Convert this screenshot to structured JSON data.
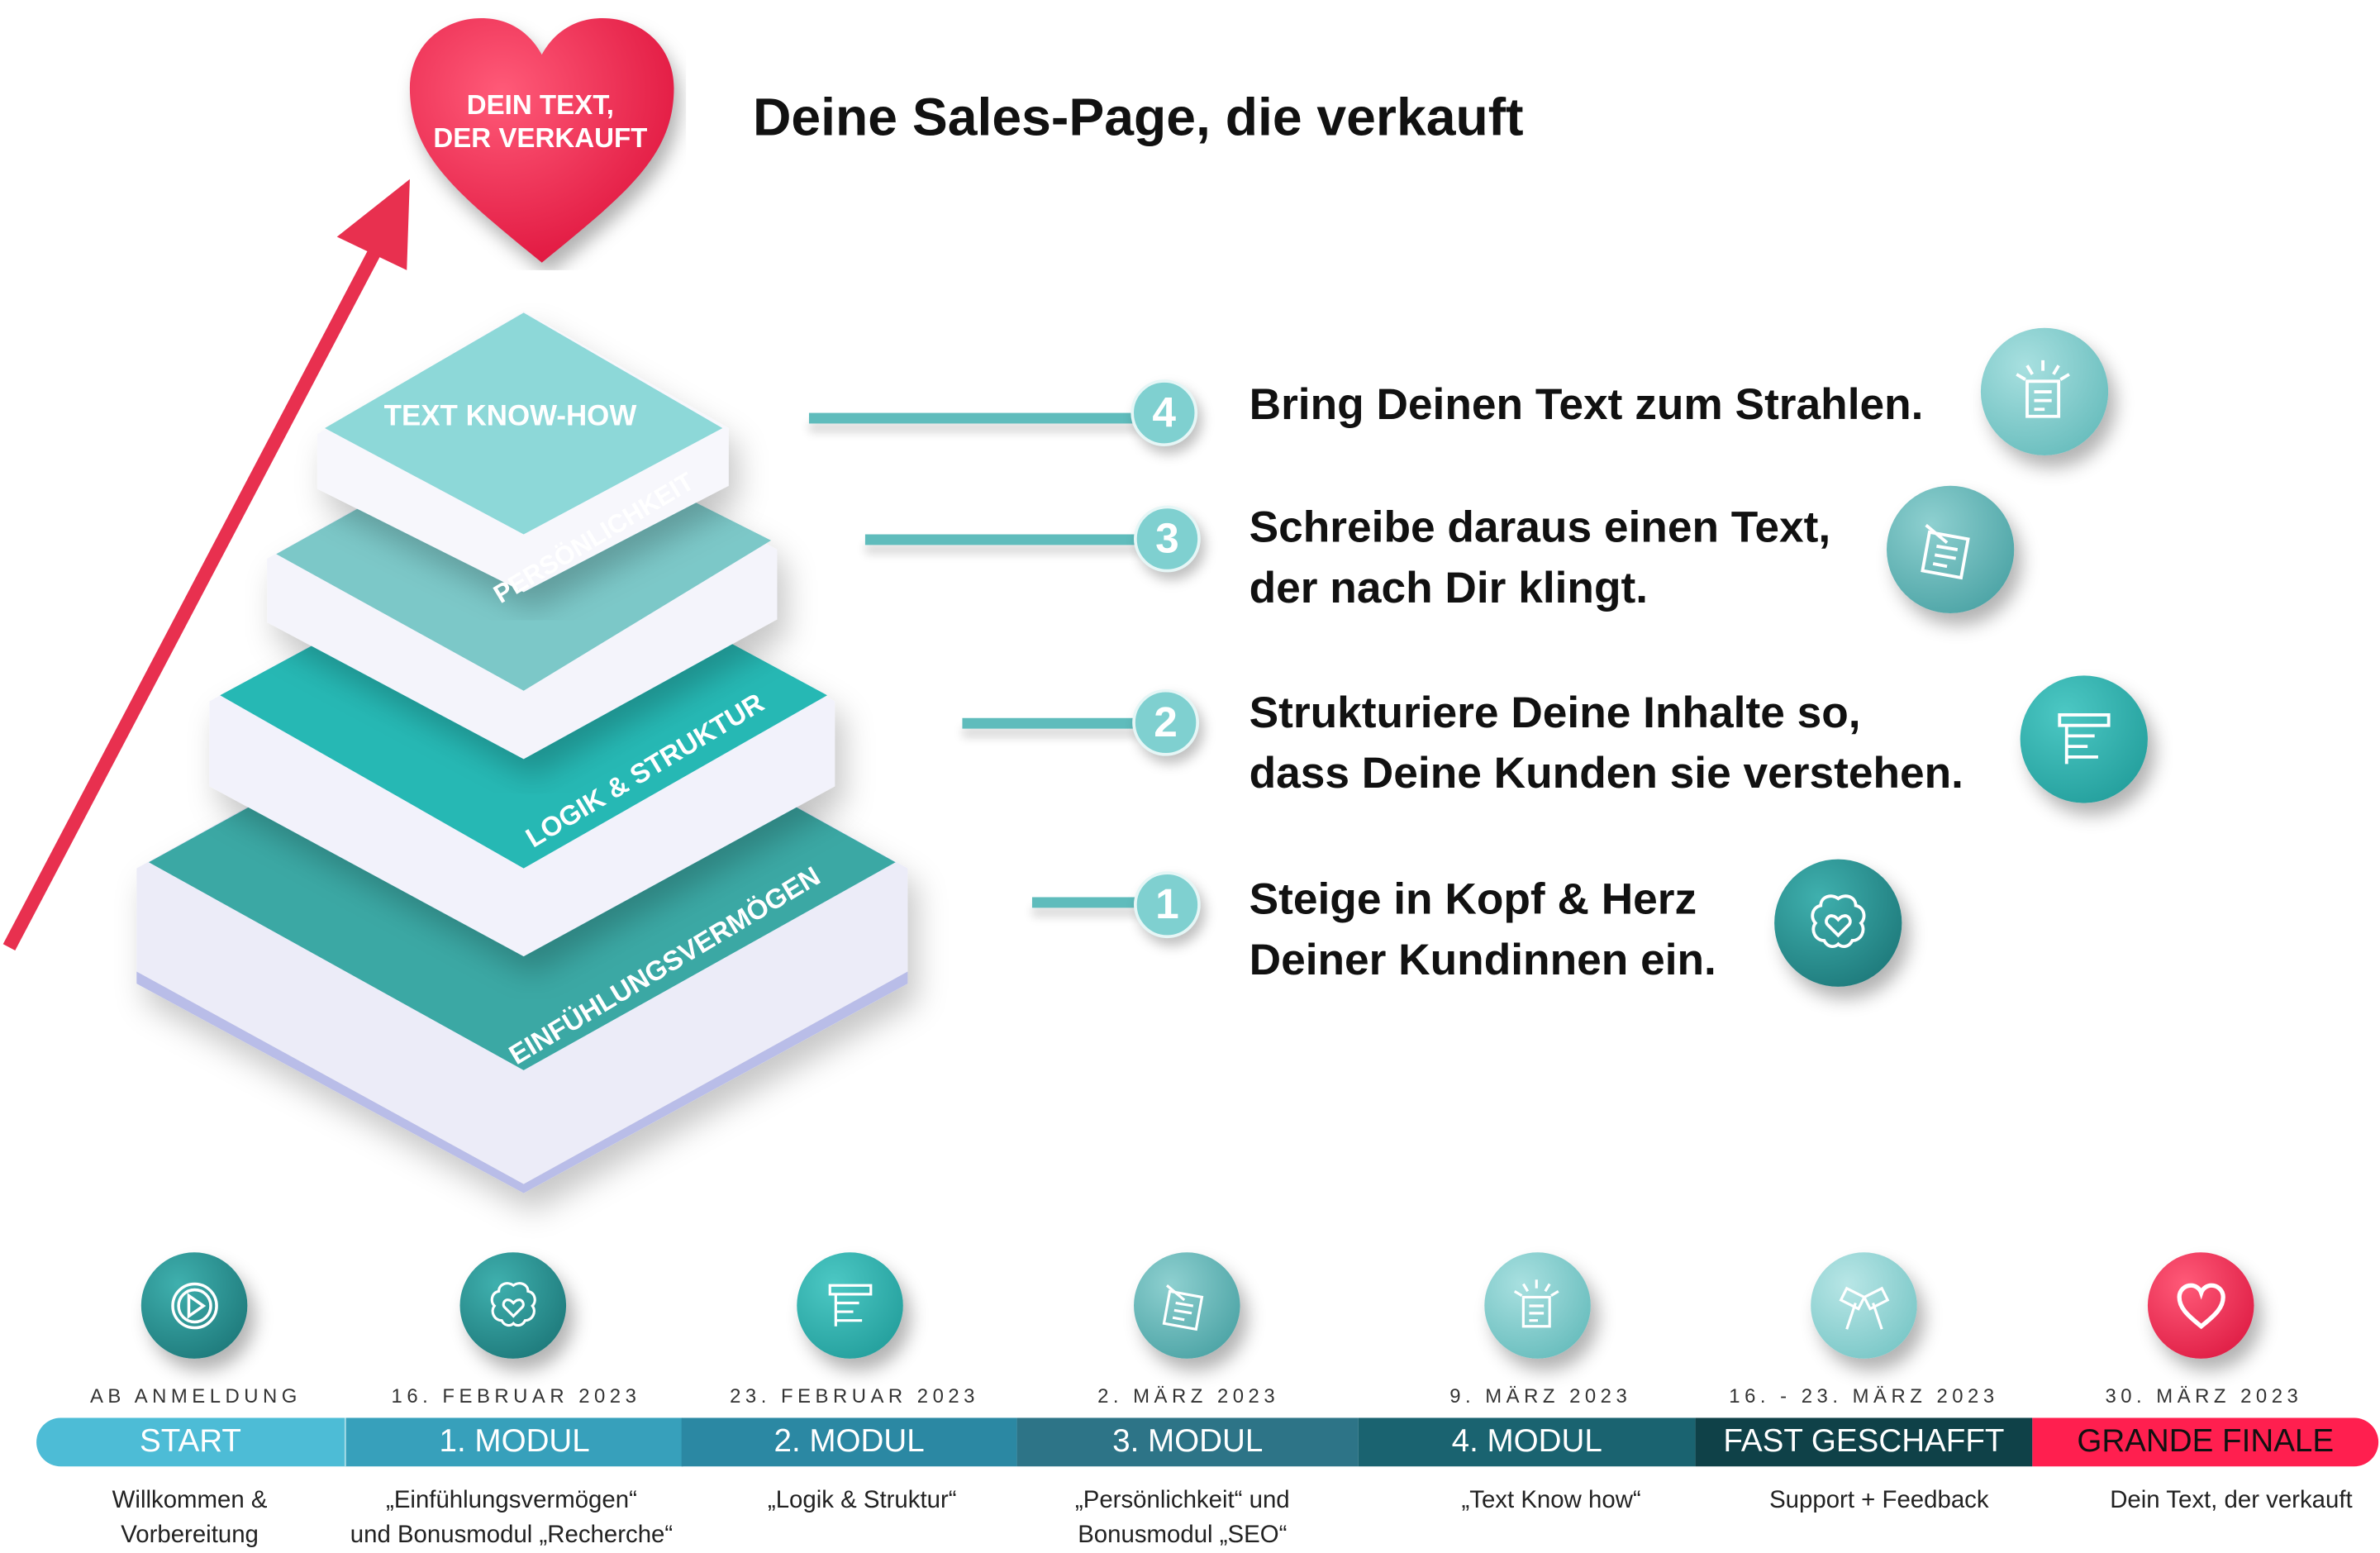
{
  "heart": {
    "line1": "DEIN TEXT,",
    "line2": "DER VERKAUFT"
  },
  "title": "Deine Sales-Page, die verkauft",
  "pyramid": {
    "layers": [
      "TEXT KNOW-HOW",
      "PERSÖNLICHKEIT",
      "LOGIK & STRUKTUR",
      "EINFÜHLUNGSVERMÖGEN"
    ]
  },
  "steps": [
    {
      "number": "4",
      "line1": "Bring Deinen Text zum Strahlen.",
      "line2": "",
      "icon": "shining-document-icon"
    },
    {
      "number": "3",
      "line1": "Schreibe daraus einen Text,",
      "line2": "der nach Dir klingt.",
      "icon": "writing-document-icon"
    },
    {
      "number": "2",
      "line1": "Strukturiere Deine Inhalte so,",
      "line2": "dass Deine Kunden sie verstehen.",
      "icon": "structure-document-icon"
    },
    {
      "number": "1",
      "line1": "Steige in Kopf & Herz",
      "line2": "Deiner Kundinnen ein.",
      "icon": "brain-heart-icon"
    }
  ],
  "timeline": [
    {
      "date": "AB ANMELDUNG",
      "label": "START",
      "desc1": "Willkommen &",
      "desc2": "Vorbereitung",
      "color": "#4dbcd6",
      "icon": "play-icon"
    },
    {
      "date": "16. FEBRUAR 2023",
      "label": "1. MODUL",
      "desc1": "„Einfühlungsvermögen“",
      "desc2": "und Bonusmodul „Recherche“",
      "color": "#37a0bb",
      "icon": "brain-heart-icon"
    },
    {
      "date": "23. FEBRUAR 2023",
      "label": "2. MODUL",
      "desc1": "„Logik & Struktur“",
      "desc2": "",
      "color": "#2b88a3",
      "icon": "structure-document-icon"
    },
    {
      "date": "2. MÄRZ 2023",
      "label": "3. MODUL",
      "desc1": "„Persönlichkeit“ und",
      "desc2": "Bonusmodul „SEO“",
      "color": "#2d7487",
      "icon": "writing-document-icon"
    },
    {
      "date": "9. MÄRZ 2023",
      "label": "4. MODUL",
      "desc1": "„Text Know how“",
      "desc2": "",
      "color": "#1a6370",
      "icon": "shining-document-icon"
    },
    {
      "date": "16. - 23. MÄRZ 2023",
      "label": "FAST GESCHAFFT",
      "desc1": "Support + Feedback",
      "desc2": "",
      "color": "#0f4148",
      "icon": "finish-flags-icon"
    },
    {
      "date": "30. MÄRZ 2023",
      "label": "GRANDE FINALE",
      "desc1": "Dein Text, der verkauft",
      "desc2": "",
      "color": "#ff1f4f",
      "icon": "heart-icon"
    }
  ]
}
